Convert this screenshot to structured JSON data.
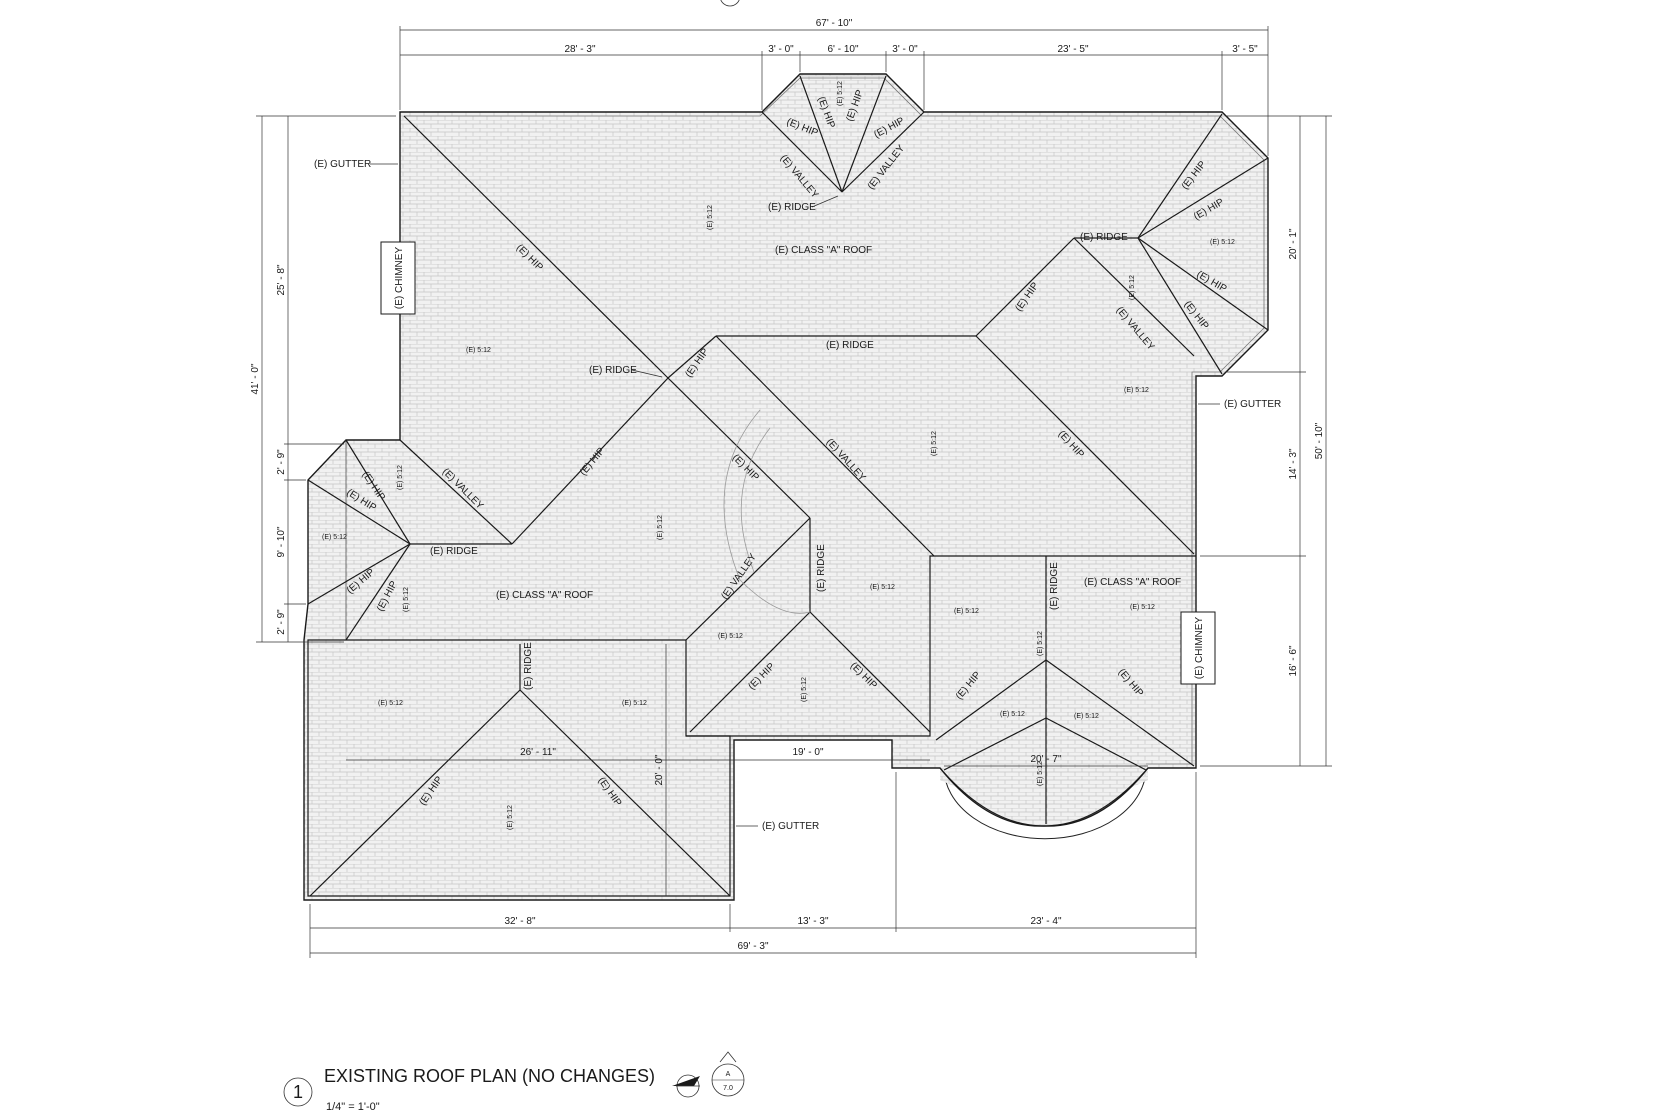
{
  "sheet": {
    "title": "EXISTING ROOF PLAN (NO CHANGES)",
    "view_number": "1",
    "scale": "1/4\" = 1'-0\"",
    "section_marker": {
      "letter": "A",
      "sheet": "7.0"
    }
  },
  "dimensions": {
    "top_overall": "67' - 10\"",
    "top_segments": [
      "28' - 3\"",
      "3' - 0\"",
      "6' - 10\"",
      "3' - 0\"",
      "23' - 5\"",
      "3' - 5\""
    ],
    "left_overall": "41' - 0\"",
    "left_segments": [
      "25' - 8\"",
      "2' - 9\"",
      "9' - 10\"",
      "2' - 9\""
    ],
    "right_overall": "50' - 10\"",
    "right_segments": [
      "20' - 1\"",
      "14' - 3\"",
      "16' - 6\""
    ],
    "bottom_overall": "69' - 3\"",
    "bottom_segments": [
      "32' - 8\"",
      "13' - 3\"",
      "23' - 4\""
    ],
    "interior": [
      "26' - 11\"",
      "20' - 0\"",
      "19' - 0\"",
      "20' - 7\""
    ]
  },
  "labels": {
    "gutter": "(E) GUTTER",
    "chimney": "(E) CHIMNEY",
    "ridge": "(E) RIDGE",
    "hip": "(E) HIP",
    "valley": "(E) VALLEY",
    "roof": "(E) CLASS \"A\" ROOF",
    "slope": "(E) 5:12"
  }
}
